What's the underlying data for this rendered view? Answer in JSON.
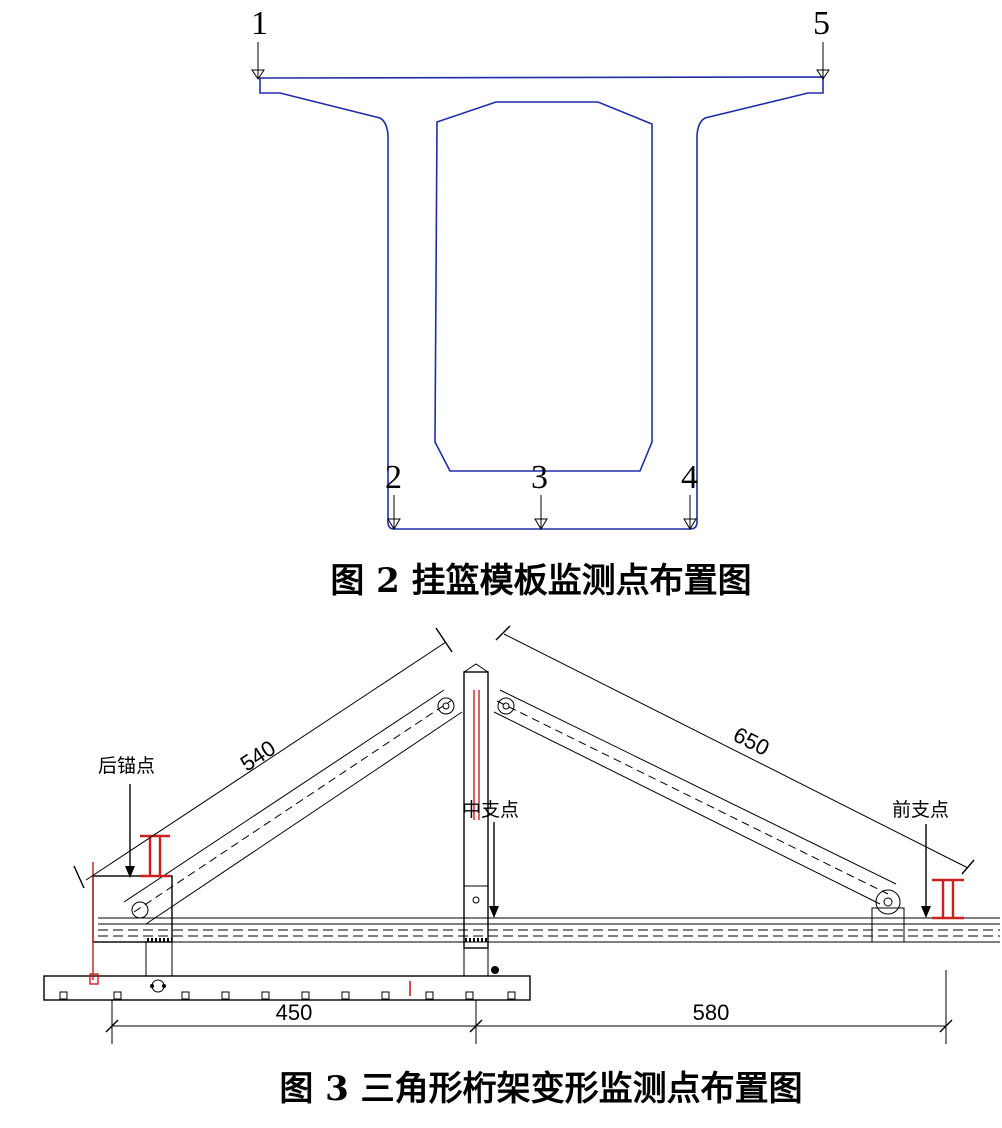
{
  "figure2": {
    "caption": "图 2  挂篮模板监测点布置图",
    "points": [
      "1",
      "2",
      "3",
      "4",
      "5"
    ]
  },
  "figure3": {
    "caption": "图 3  三角形桁架变形监测点布置图",
    "labels": {
      "rear_anchor": "后锚点",
      "middle_support": "中支点",
      "front_support": "前支点"
    },
    "dimensions": {
      "rear_chord": "540",
      "front_chord": "650",
      "base_left": "450",
      "base_right": "580"
    }
  },
  "colors": {
    "section_outline": "#1f2ea8",
    "steel_member": "#cc1f1f",
    "line": "#000000"
  }
}
